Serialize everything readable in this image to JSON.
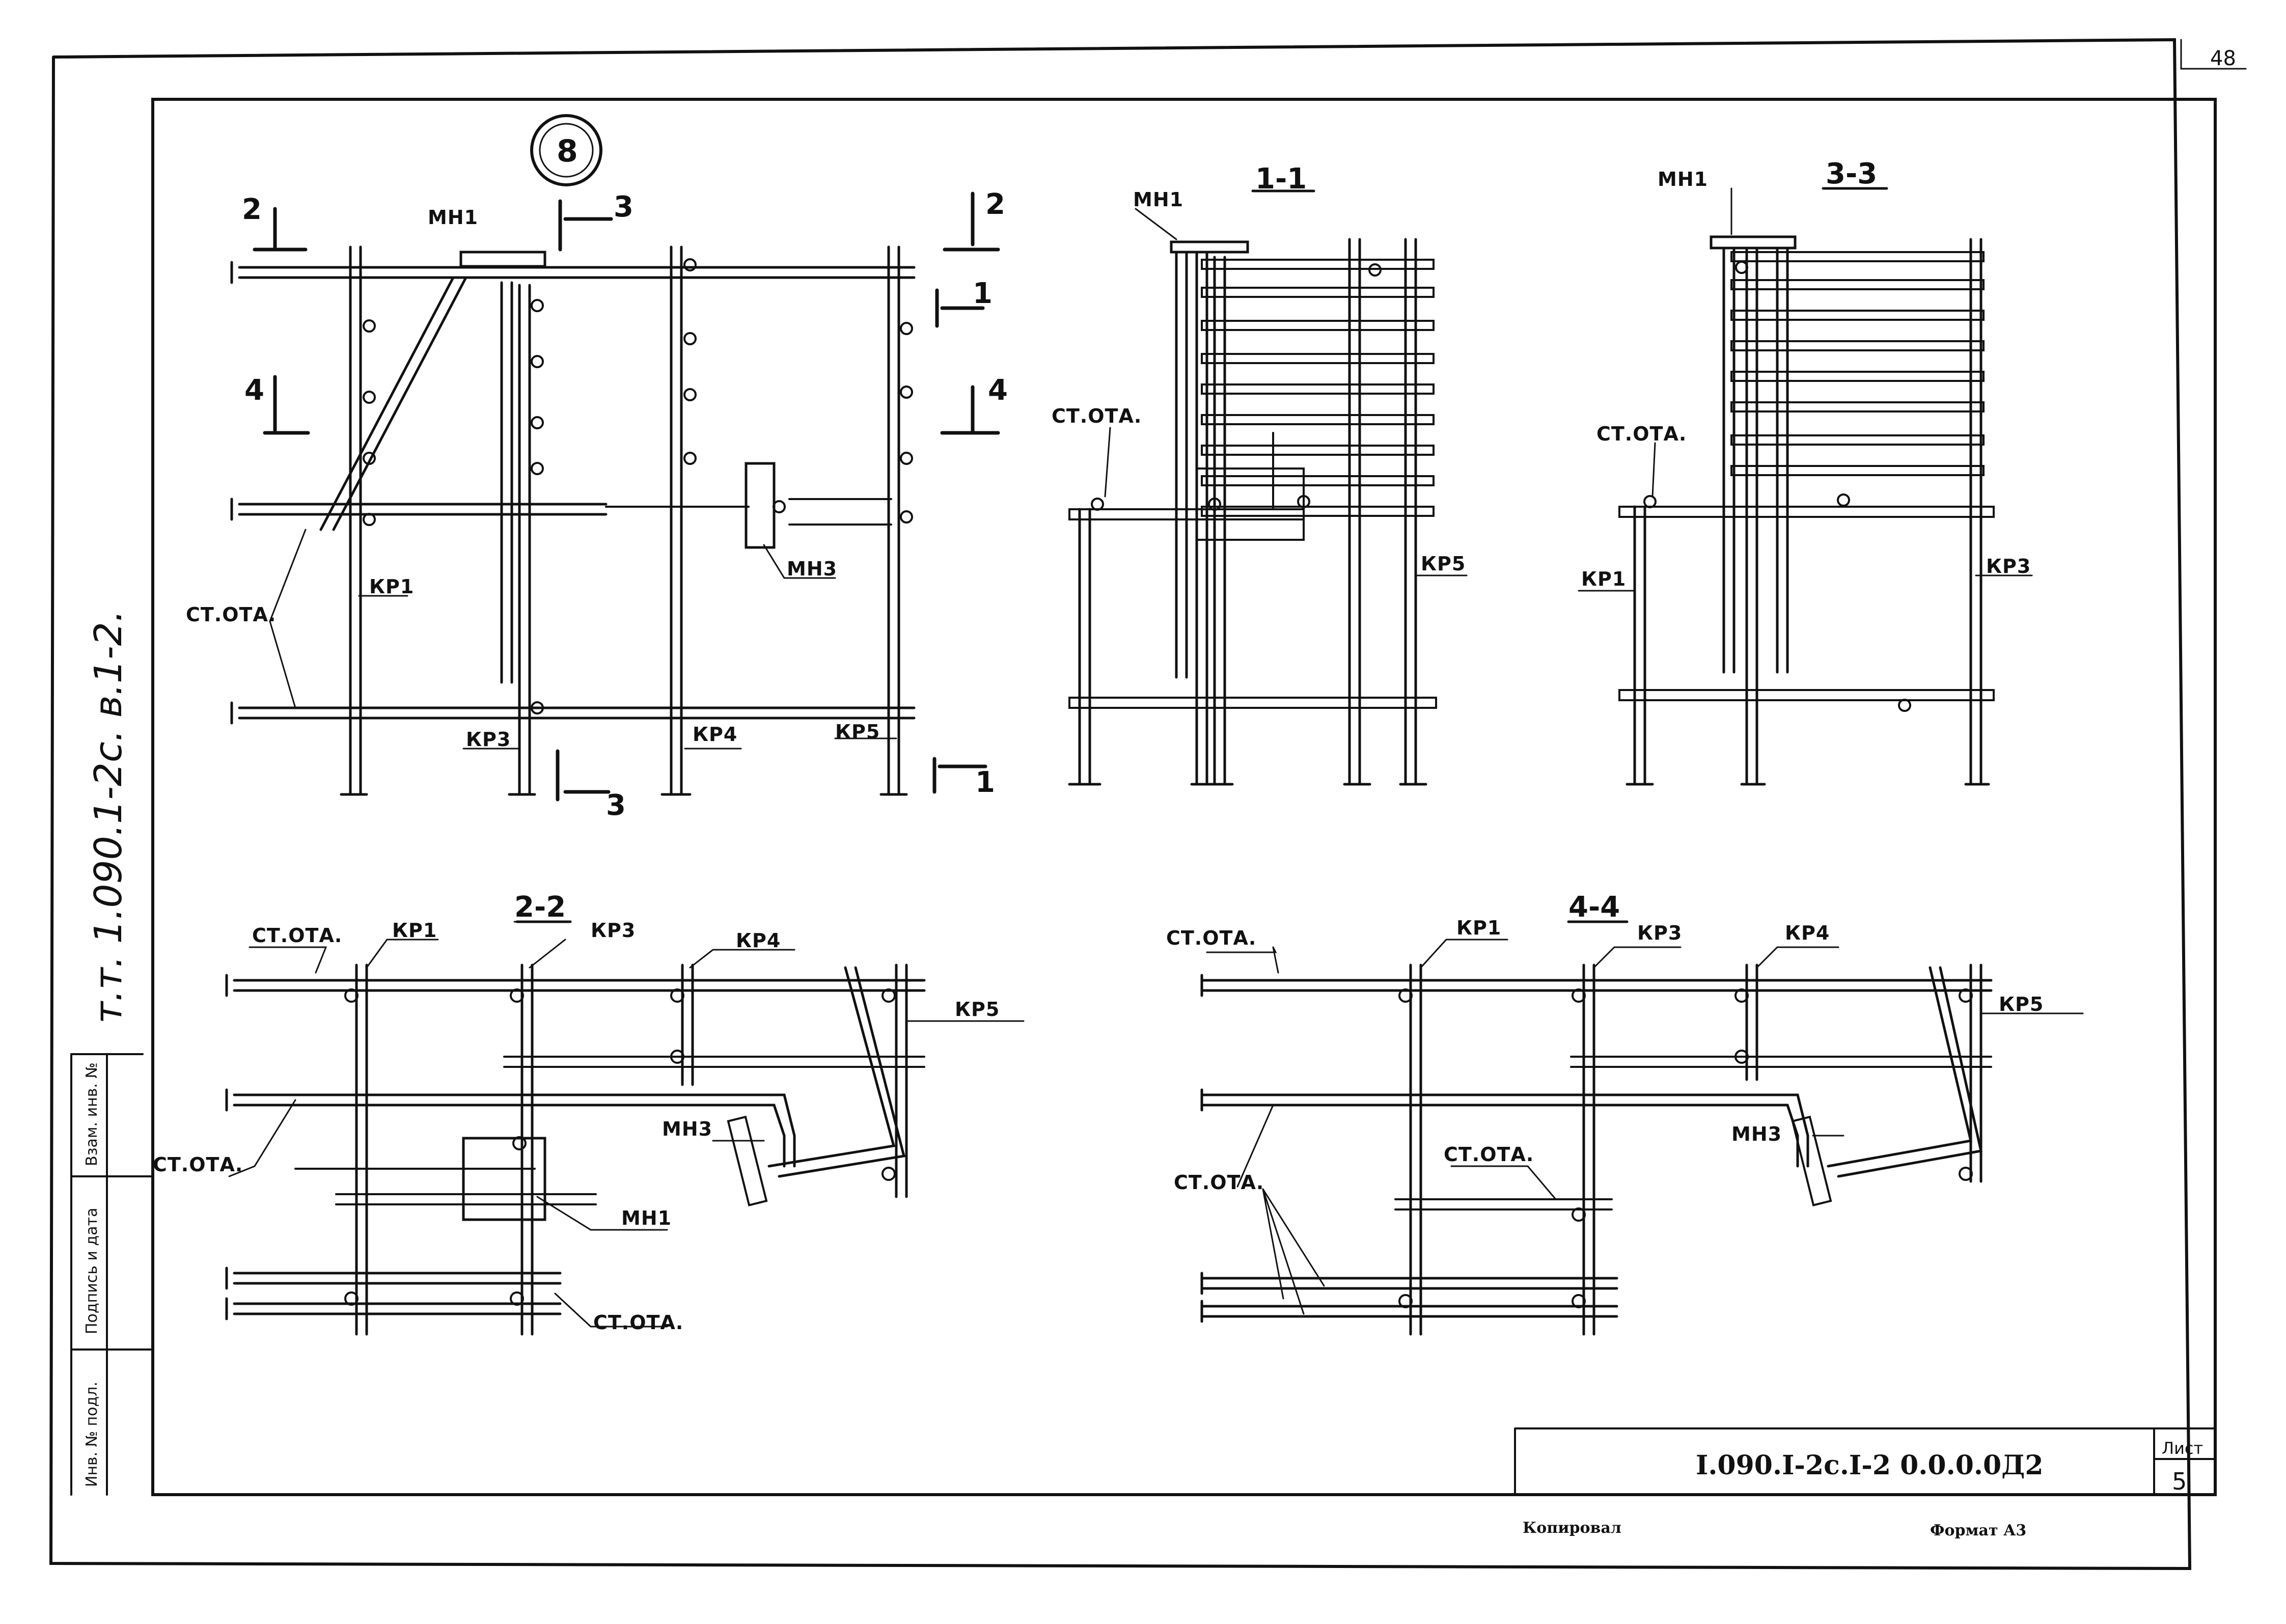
{
  "sheet": {
    "page_number": "48",
    "drawing_code": "I.090.I-2c.I-2 0.0.0.0Д2",
    "sheet_label": "Лист",
    "sheet_number": "5",
    "copied_label": "Копировал",
    "format_label": "Формат А3",
    "side_note": "т.т. 1.090.1-2с. в.1-2.",
    "margin_fields": [
      "Инв. № подл.",
      "Подпись и дата",
      "Взам. инв. №"
    ]
  },
  "node": {
    "number": "8"
  },
  "plan": {
    "marks": [
      "2",
      "3",
      "2",
      "1",
      "4",
      "4",
      "3",
      "1"
    ],
    "labels": {
      "mn1": "МН1",
      "mn3": "МН3",
      "st_ota": "СТ.ОТА.",
      "kr1": "КР1",
      "kr3": "КР3",
      "kr4": "КР4",
      "kr5": "КР5"
    }
  },
  "section_1_1": {
    "title": "1-1",
    "labels": {
      "mn1": "МН1",
      "st_ota": "СТ.ОТА.",
      "kr5": "КР5"
    }
  },
  "section_3_3": {
    "title": "3-3",
    "labels": {
      "mn1": "МН1",
      "st_ota": "СТ.ОТА.",
      "kr1": "КР1",
      "kr3": "КР3"
    }
  },
  "section_2_2": {
    "title": "2-2",
    "labels": {
      "st_ota_top": "СТ.ОТА.",
      "kr1": "КР1",
      "kr3": "КР3",
      "kr4": "КР4",
      "kr5": "КР5",
      "st_ota_left": "СТ.ОТА.",
      "mn3": "МН3",
      "mn1": "МН1",
      "st_ota_bottom": "СТ.ОТА."
    }
  },
  "section_4_4": {
    "title": "4-4",
    "labels": {
      "st_ota_top": "СТ.ОТА.",
      "kr1": "КР1",
      "kr3": "КР3",
      "kr4": "КР4",
      "kr5": "КР5",
      "mn3": "МН3",
      "st_ota_mid": "СТ.ОТА.",
      "st_ota_left": "СТ.ОТА."
    }
  }
}
